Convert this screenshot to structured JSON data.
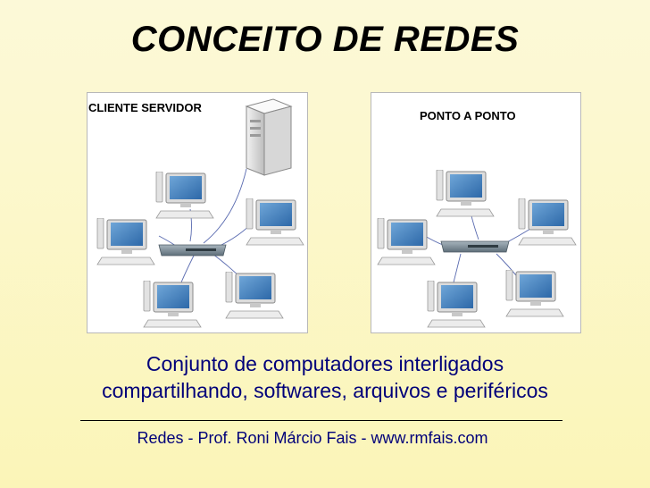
{
  "slide": {
    "title": "CONCEITO DE REDES",
    "caption_line1": "Conjunto de computadores interligados",
    "caption_line2": "compartilhando, softwares, arquivos e periféricos",
    "footer": "Redes - Prof. Roni Márcio Fais -  www.rmfais.com"
  },
  "diagrams": {
    "left": {
      "label": "CLIENTE SERVIDOR",
      "computers": 5,
      "has_server": true
    },
    "right": {
      "label": "PONTO A PONTO",
      "computers": 5,
      "has_server": false
    }
  },
  "colors": {
    "title": "#000000",
    "caption": "#00007a",
    "cable": "#5a6bb0",
    "switch": "#7f909c",
    "screen": "#3f7fbf"
  },
  "icons": [
    "server-icon",
    "switch-icon",
    "computer-icon"
  ]
}
